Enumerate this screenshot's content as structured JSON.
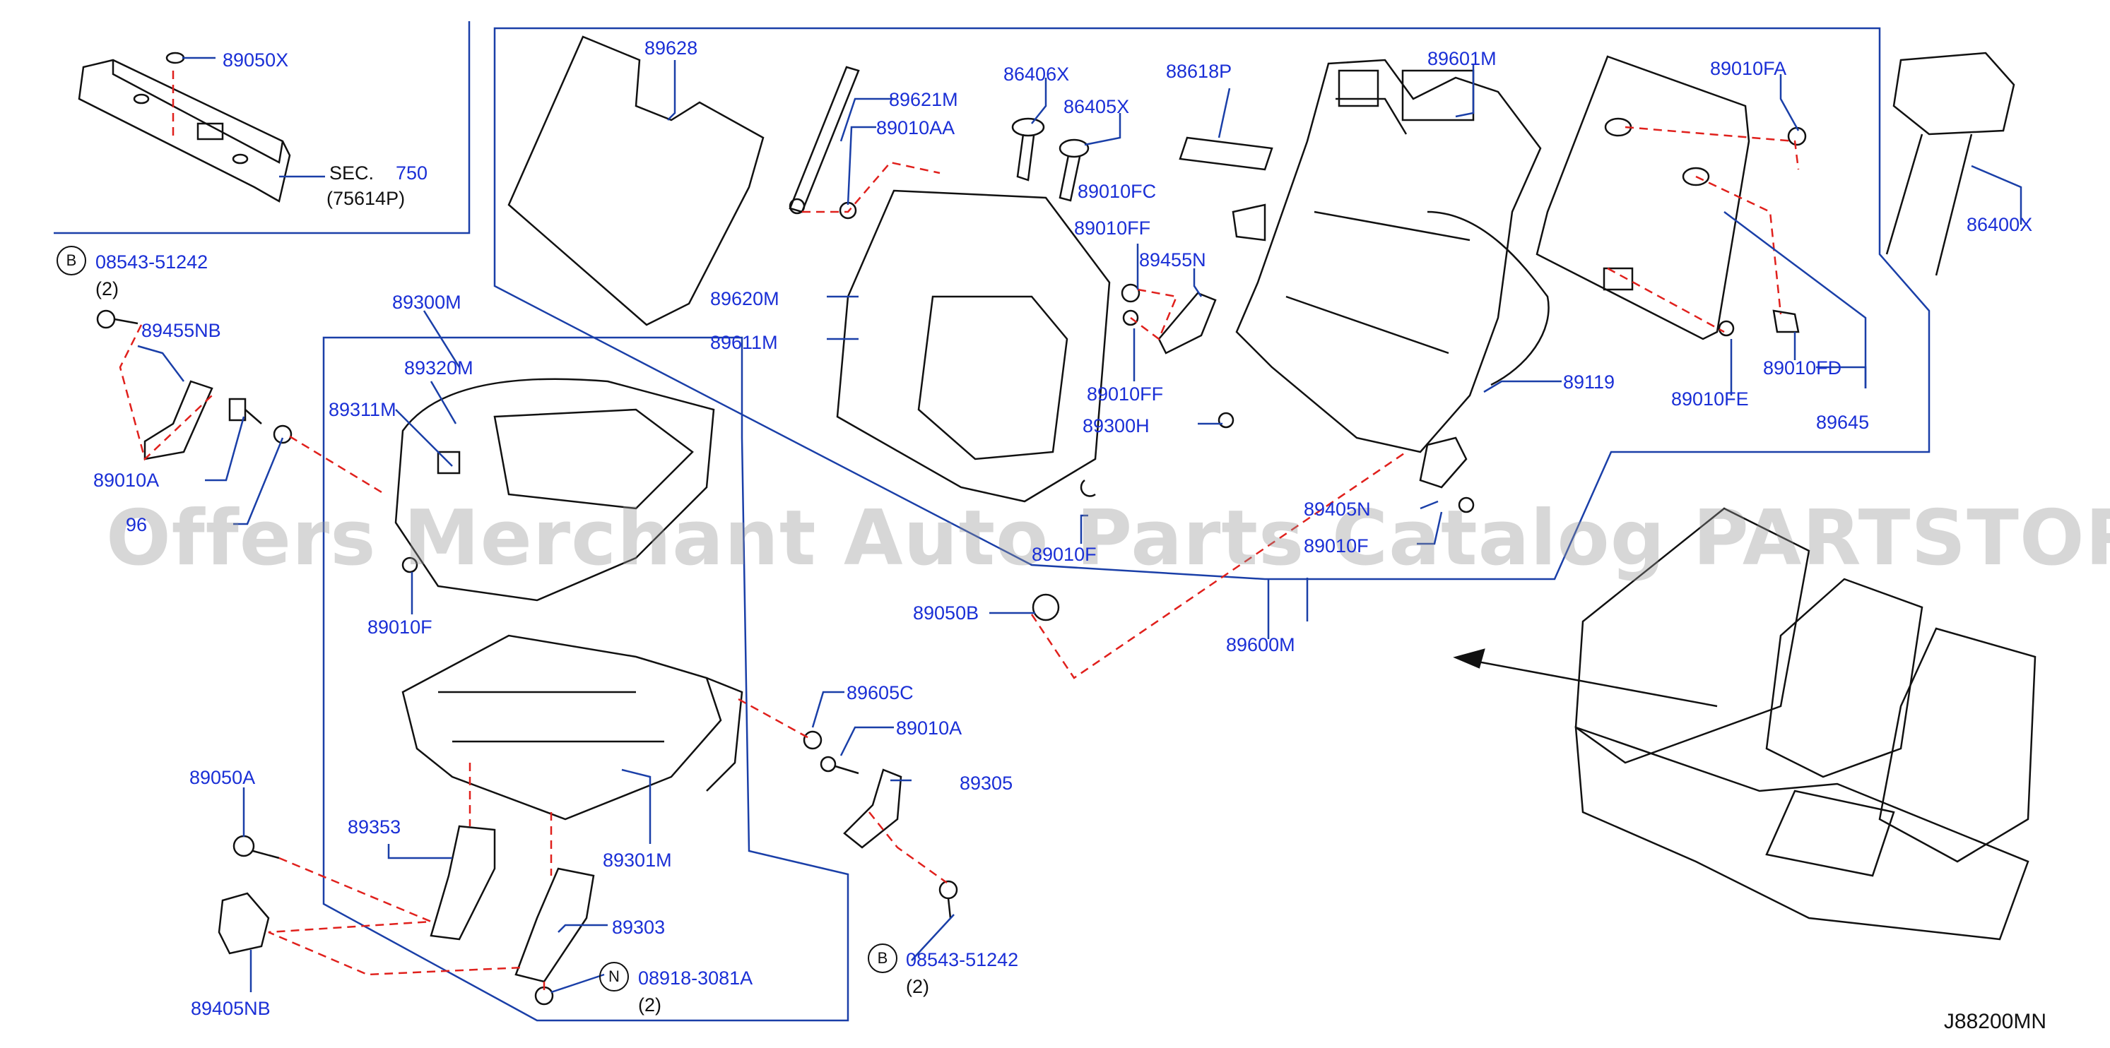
{
  "labels": {
    "p89050X": "89050X",
    "sec": "SEC.",
    "sec_num": "750",
    "sec_sub": "(75614P)",
    "bolt_b1": "08543-51242",
    "qty_b1": "(2)",
    "p89455NB": "89455NB",
    "p89010A_l": "89010A",
    "p96": "96",
    "p89300M": "89300M",
    "p89320M": "89320M",
    "p89311M": "89311M",
    "p89010F": "89010F",
    "p89628": "89628",
    "p89621M": "89621M",
    "p89010AA": "89010AA",
    "p86406X": "86406X",
    "p86405X": "86405X",
    "p88618P": "88618P",
    "p89601M": "89601M",
    "p89010FA": "89010FA",
    "p89010FC": "89010FC",
    "p89010FF_t": "89010FF",
    "p89455N": "89455N",
    "p89620M": "89620M",
    "p89611M": "89611M",
    "p89010FF_b": "89010FF",
    "p89300H": "89300H",
    "p89119": "89119",
    "p89010FE": "89010FE",
    "p89010FD": "89010FD",
    "p89645": "89645",
    "p86400X": "86400X",
    "p89405N": "89405N",
    "p89010F_c": "89010F",
    "p89010F_r": "89010F",
    "p89050B": "89050B",
    "p89600M": "89600M",
    "p89605C": "89605C",
    "p89010A_c": "89010A",
    "p89305": "89305",
    "p89050A": "89050A",
    "p89353": "89353",
    "p89301M": "89301M",
    "p89303": "89303",
    "nut_n": "08918-3081A",
    "qty_n": "(2)",
    "bolt_b2": "08543-51242",
    "qty_b2": "(2)",
    "p89405NB": "89405NB",
    "badge_b": "B",
    "badge_n": "N",
    "diagram_code": "J88200MN"
  },
  "watermark": "Offers Merchant Auto Parts Catalog PARTSTORE.SA",
  "colors": {
    "label": "#1a2fd6",
    "leader": "#1a3fa8",
    "dashed": "#e0201c",
    "line": "#111111"
  }
}
